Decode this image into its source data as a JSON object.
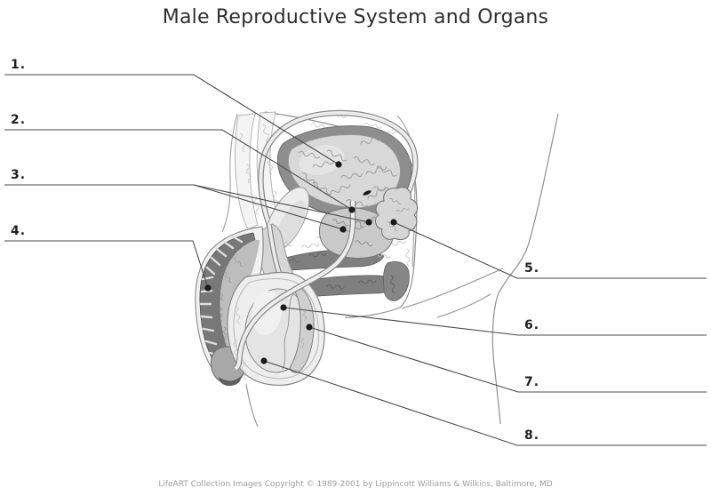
{
  "title": "Male Reproductive System and Organs",
  "footer": "LifeART Collection Images Copyright © 1989-2001 by Lippincott Williams & Wilkins, Baltimore, MD",
  "labels": [
    {
      "num": "1."
    },
    {
      "num": "2."
    },
    {
      "num": "3."
    },
    {
      "num": "4."
    },
    {
      "num": "5."
    },
    {
      "num": "6."
    },
    {
      "num": "7."
    },
    {
      "num": "8."
    }
  ],
  "colors": {
    "ink": "#1f1f1f",
    "leader": "#4a4a4a",
    "title": "#2e2e2e",
    "muted": "#9c9c9c",
    "outline": "#8f8f8f"
  }
}
